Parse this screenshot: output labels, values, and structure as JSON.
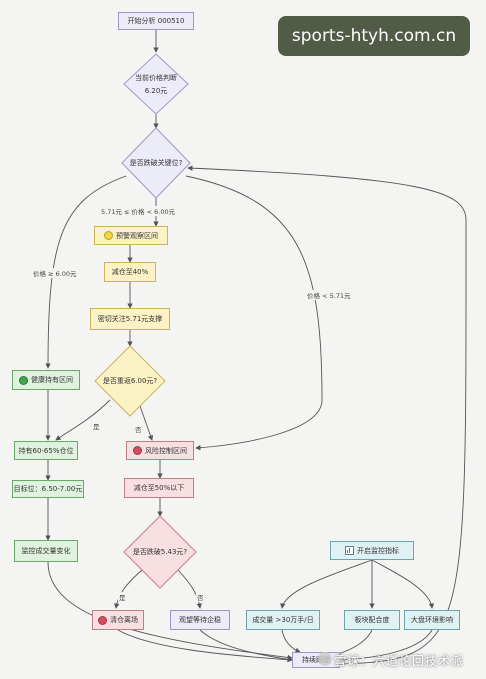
{
  "watermark_site": "sports-htyh.com.cn",
  "watermark_bottom": "雪球：六道论回技术派",
  "nodes": {
    "start": "开始分析 000510",
    "price_judge_line1": "当前价格判断",
    "price_judge_line2": "6.20元",
    "key_level": "是否跌破关键位?",
    "warn_zone": "预警观察区间",
    "reduce40": "减仓至40%",
    "watch_support": "密切关注5.71元支撑",
    "regain6": "是否重返6.00元?",
    "healthy_zone": "健康持有区间",
    "hold6065": "持有60-65%仓位",
    "target": "目标位：6.50-7.00元",
    "monitor_volume": "监控成交量变化",
    "risk_zone": "风险控制区间",
    "reduce50": "减仓至50%以下",
    "break543": "是否跌破5.43元?",
    "clear": "清仓离场",
    "wait_stabilize": "观望等待企稳",
    "exec_monitor": "开启监控指标",
    "volume30": "成交量 >30万手/日",
    "sector": "板块配合度",
    "market": "大盘环境影响",
    "end": "持续跟踪"
  },
  "edge_labels": {
    "mid_range": "5.71元 ≤ 价格 < 6.00元",
    "above6": "价格 ≥ 6.00元",
    "below571": "价格 < 5.71元",
    "yes1": "是",
    "no1": "否",
    "yes2": "是",
    "no2": "否"
  },
  "colors": {
    "warn_dot": "#f3d641",
    "healthy_dot": "#3fa64a",
    "risk_dot": "#d94b5a",
    "clear_dot": "#d94b5a"
  },
  "icons": {
    "monitor": "chart-icon"
  }
}
